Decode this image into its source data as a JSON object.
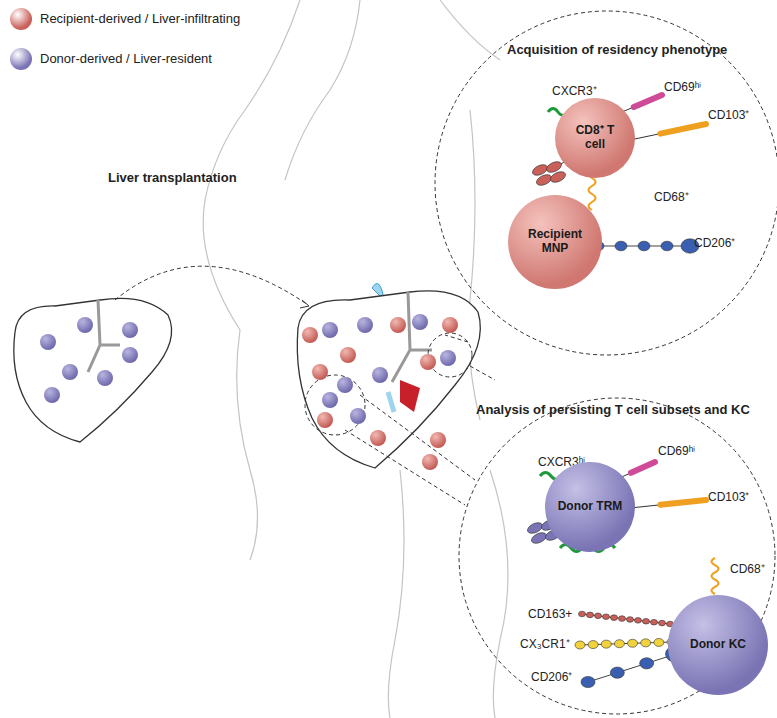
{
  "diagram": {
    "nodes": [
      {
        "text": [
          "CD8⁺ T cell"
        ]
      },
      {
        "text": [
          "Recipient MNP"
        ]
      },
      {
        "text": [
          "Donor TRM"
        ]
      },
      {
        "text": [
          "Donor KC"
        ]
      }
    ],
    "labels": [
      "Acquisition of residency phenotype",
      "CXCR3⁺",
      "CD69ʰⁱ",
      "CD103⁺",
      "CD68⁺",
      "CD206⁺",
      "Liver transplantation",
      "Analysis of persisting T cell subsets and KC",
      "CXCR3ʰⁱ",
      "CD69ʰⁱ",
      "CD103⁺",
      "CD68⁺",
      "CD163+",
      "CX₃CR1⁺",
      "CD206⁺"
    ],
    "legend": [
      {
        "text": "Recipient-derived / Liver-infiltrating",
        "color": "#c9605a"
      },
      {
        "text": "Donor-derived / Liver-resident",
        "color": "#7a74b4"
      }
    ]
  }
}
